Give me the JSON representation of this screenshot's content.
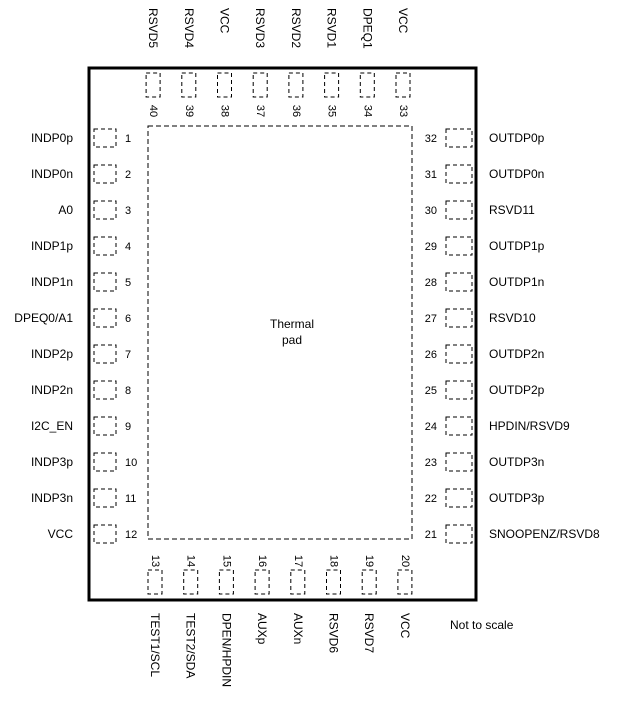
{
  "package": {
    "thermal_pad_line1": "Thermal",
    "thermal_pad_line2": "pad",
    "note": "Not to scale"
  },
  "pins_left": [
    {
      "num": "1",
      "name": "INDP0p"
    },
    {
      "num": "2",
      "name": "INDP0n"
    },
    {
      "num": "3",
      "name": "A0"
    },
    {
      "num": "4",
      "name": "INDP1p"
    },
    {
      "num": "5",
      "name": "INDP1n"
    },
    {
      "num": "6",
      "name": "DPEQ0/A1"
    },
    {
      "num": "7",
      "name": "INDP2p"
    },
    {
      "num": "8",
      "name": "INDP2n"
    },
    {
      "num": "9",
      "name": "I2C_EN"
    },
    {
      "num": "10",
      "name": "INDP3p"
    },
    {
      "num": "11",
      "name": "INDP3n"
    },
    {
      "num": "12",
      "name": "VCC"
    }
  ],
  "pins_bottom": [
    {
      "num": "13",
      "name": "TEST1/SCL"
    },
    {
      "num": "14",
      "name": "TEST2/SDA"
    },
    {
      "num": "15",
      "name": "DPEN/HPDIN"
    },
    {
      "num": "16",
      "name": "AUXp"
    },
    {
      "num": "17",
      "name": "AUXn"
    },
    {
      "num": "18",
      "name": "RSVD6"
    },
    {
      "num": "19",
      "name": "RSVD7"
    },
    {
      "num": "20",
      "name": "VCC"
    }
  ],
  "pins_right": [
    {
      "num": "21",
      "name": "SNOOPENZ/RSVD8"
    },
    {
      "num": "22",
      "name": "OUTDP3p"
    },
    {
      "num": "23",
      "name": "OUTDP3n"
    },
    {
      "num": "24",
      "name": "HPDIN/RSVD9"
    },
    {
      "num": "25",
      "name": "OUTDP2p"
    },
    {
      "num": "26",
      "name": "OUTDP2n"
    },
    {
      "num": "27",
      "name": "RSVD10"
    },
    {
      "num": "28",
      "name": "OUTDP1n"
    },
    {
      "num": "29",
      "name": "OUTDP1p"
    },
    {
      "num": "30",
      "name": "RSVD11"
    },
    {
      "num": "31",
      "name": "OUTDP0n"
    },
    {
      "num": "32",
      "name": "OUTDP0p"
    }
  ],
  "pins_top": [
    {
      "num": "33",
      "name": "VCC"
    },
    {
      "num": "34",
      "name": "DPEQ1"
    },
    {
      "num": "35",
      "name": "RSVD1"
    },
    {
      "num": "36",
      "name": "RSVD2"
    },
    {
      "num": "37",
      "name": "RSVD3"
    },
    {
      "num": "38",
      "name": "VCC"
    },
    {
      "num": "39",
      "name": "RSVD4"
    },
    {
      "num": "40",
      "name": "RSVD5"
    }
  ]
}
